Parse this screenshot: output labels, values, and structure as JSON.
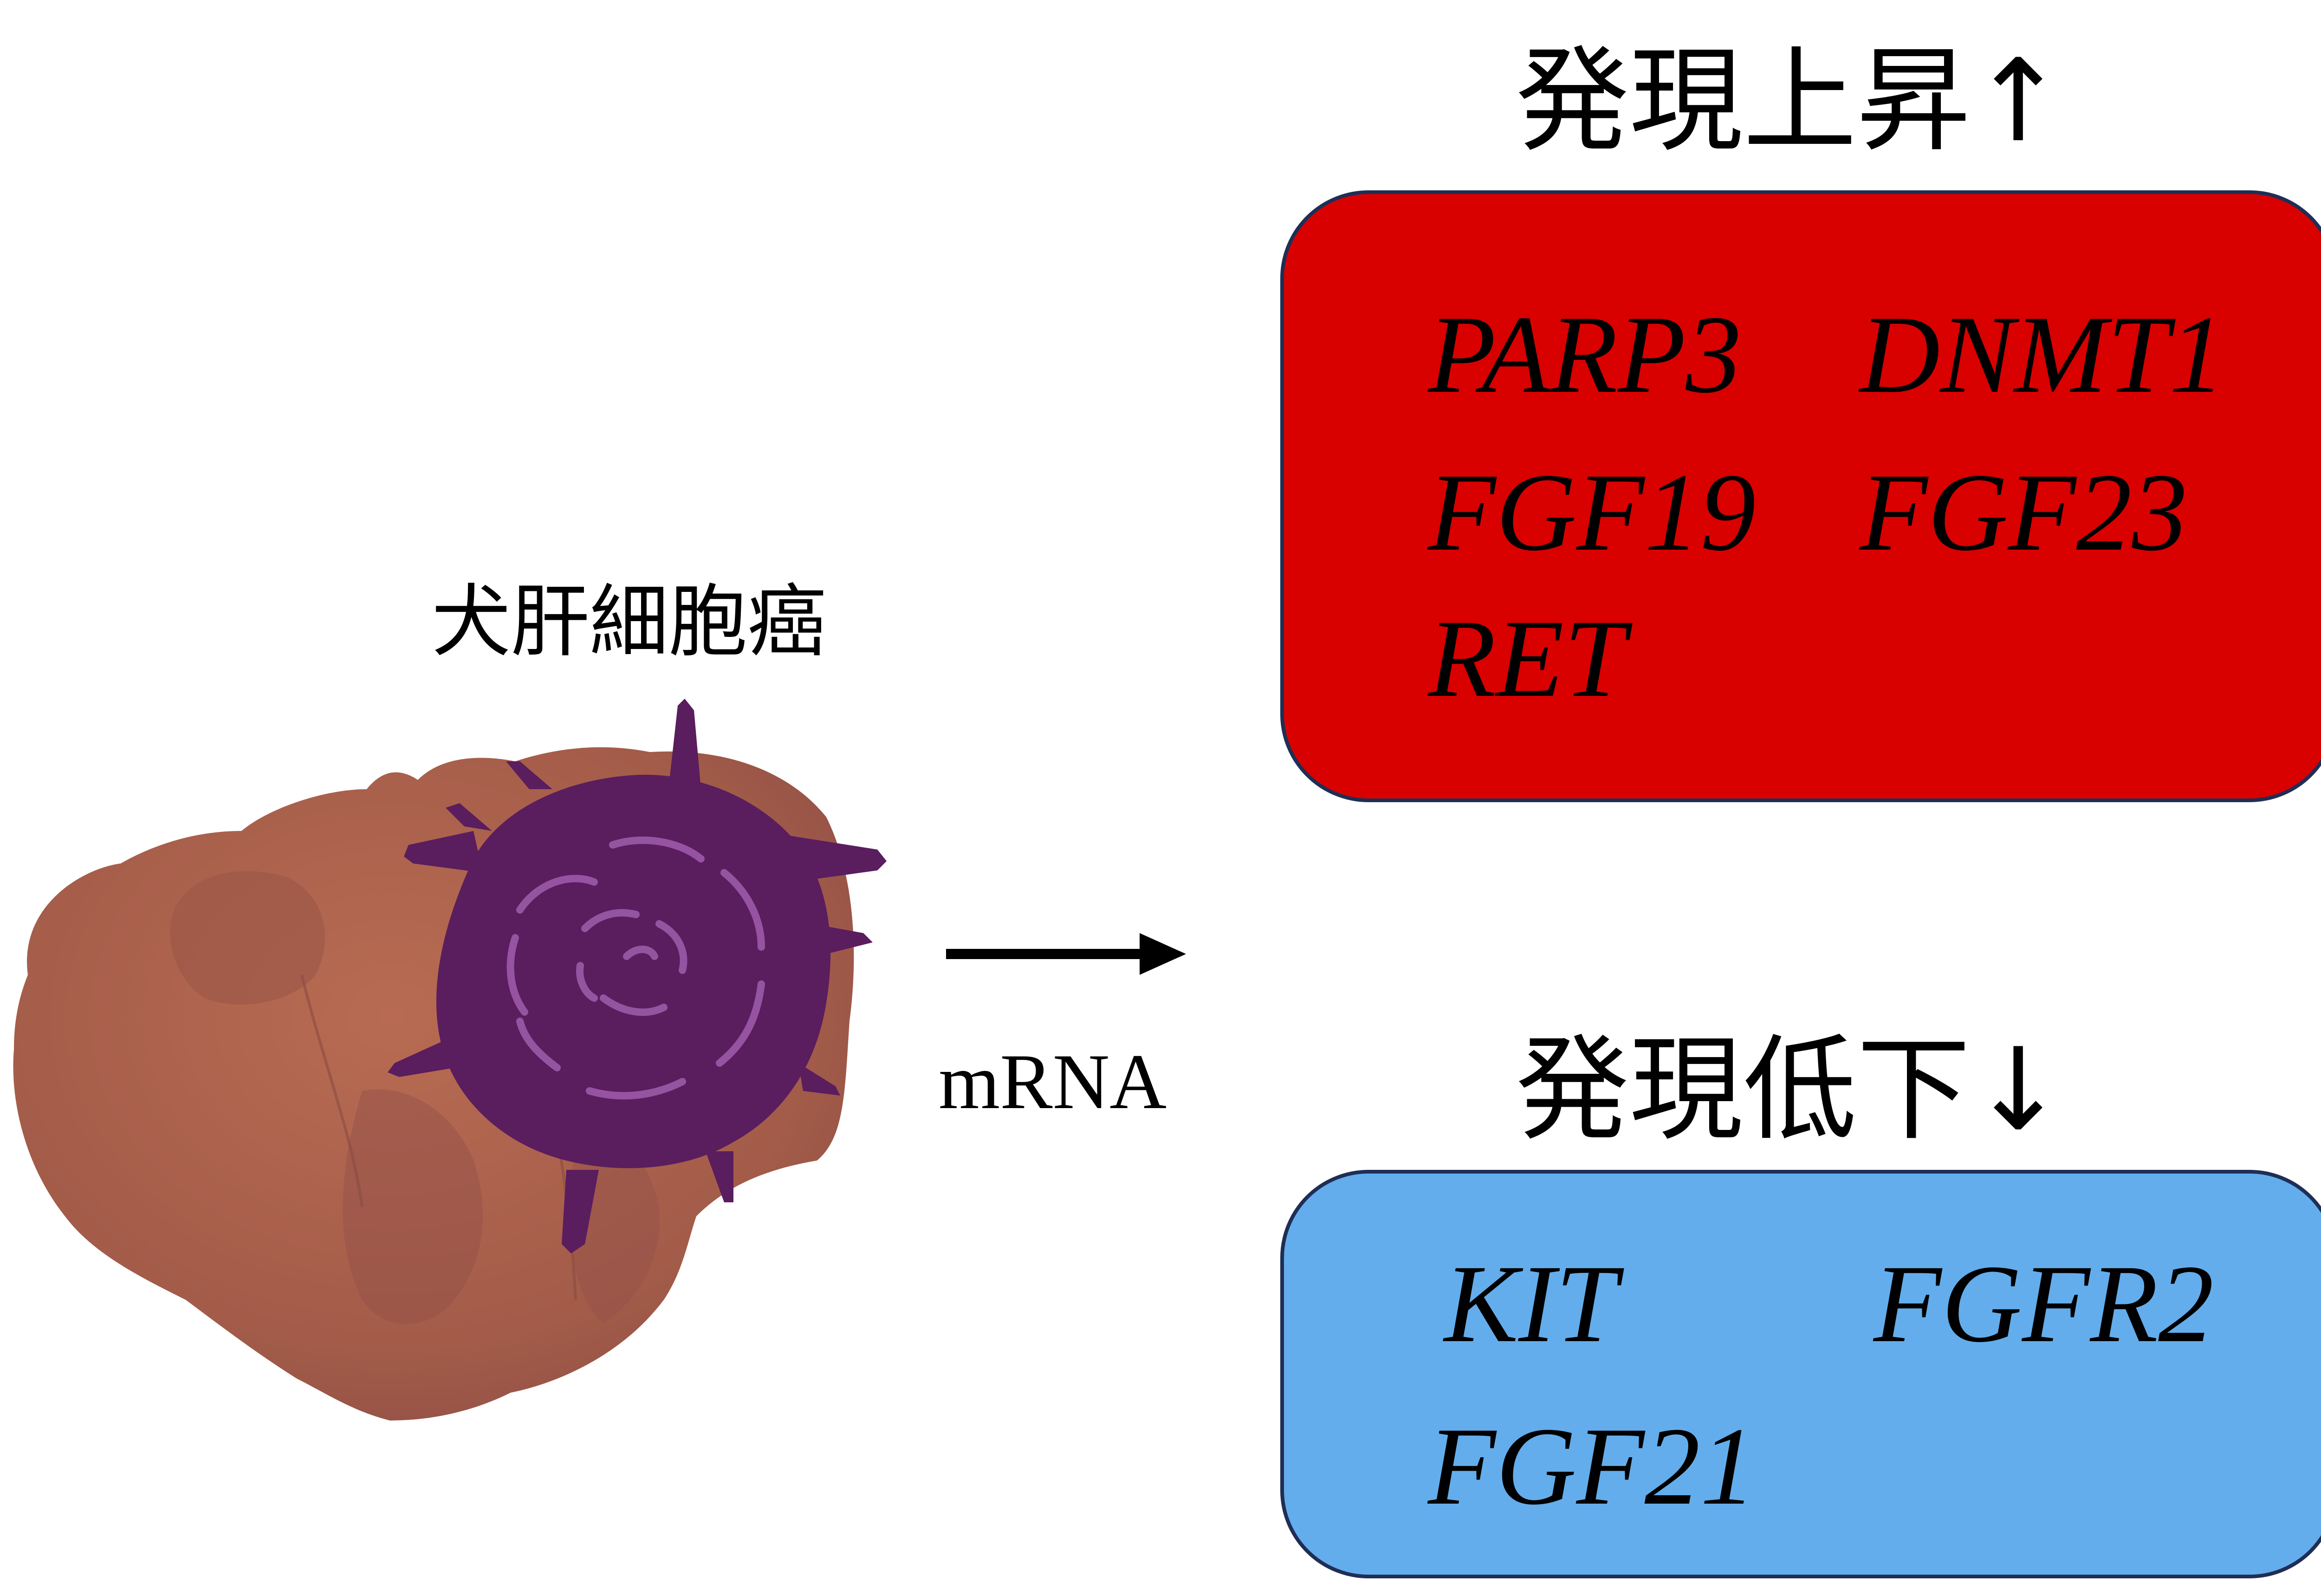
{
  "tumor_label": "犬肝細胞癌",
  "arrow_label": "mRNA",
  "upregulated": {
    "heading": "発現上昇↑",
    "genes": [
      "PARP3",
      "DNMT1",
      "FGF19",
      "FGF23",
      "RET"
    ]
  },
  "downregulated": {
    "heading": "発現低下↓",
    "genes": [
      "KIT",
      "FGFR2",
      "FGF21"
    ]
  },
  "colors": {
    "upregulated_box": "#d90000",
    "downregulated_box": "#63adec",
    "box_border": "#1f2e55",
    "liver": "#a8614c",
    "tumor": "#5a1d5e",
    "tumor_highlight": "#9c5aa8"
  }
}
